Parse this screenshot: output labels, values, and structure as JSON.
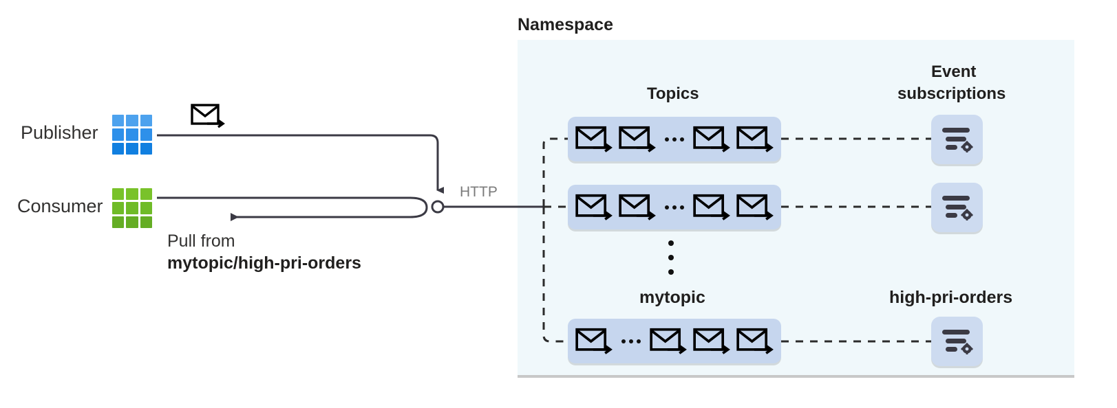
{
  "diagram": {
    "left": {
      "publisher_label": "Publisher",
      "consumer_label": "Consumer",
      "publisher_icon": "blue-grid-icon",
      "consumer_icon": "green-grid-icon",
      "message_icon": "envelope-arrow-icon",
      "pull_caption_line1": "Pull from",
      "pull_caption_line2": "mytopic/high-pri-orders"
    },
    "connection": {
      "protocol_label": "HTTP",
      "endpoint_icon": "circle-endpoint-icon",
      "publish_arrow_icon": "arrow-down-icon",
      "pull_arrow_icon": "arrow-left-icon"
    },
    "namespace": {
      "title": "Namespace",
      "topics_heading": "Topics",
      "subscriptions_heading_line1": "Event",
      "subscriptions_heading_line2": "subscriptions",
      "topic_name": "mytopic",
      "subscription_name": "high-pri-orders",
      "vertical_ellipsis": "⋮",
      "rows": [
        {
          "id": "row-1",
          "envelopes_before": 2,
          "ellipsis": "...",
          "envelopes_after": 2,
          "subscription_icon": "event-subscription-icon"
        },
        {
          "id": "row-2",
          "envelopes_before": 2,
          "ellipsis": "...",
          "envelopes_after": 2,
          "subscription_icon": "event-subscription-icon"
        },
        {
          "id": "row-3",
          "envelopes_before": 1,
          "ellipsis": "...",
          "envelopes_after": 3,
          "subscription_icon": "event-subscription-icon"
        }
      ]
    },
    "colors": {
      "namespace_background": "#f0f8fb",
      "topic_box": "#c6d6ee",
      "subscription_box": "#cddbf0",
      "publisher_blue": "#1f8ce8",
      "consumer_green": "#6cbe2a",
      "line": "#3b3a44",
      "http_text": "#7a7a7a",
      "text": "#201f1e"
    }
  }
}
